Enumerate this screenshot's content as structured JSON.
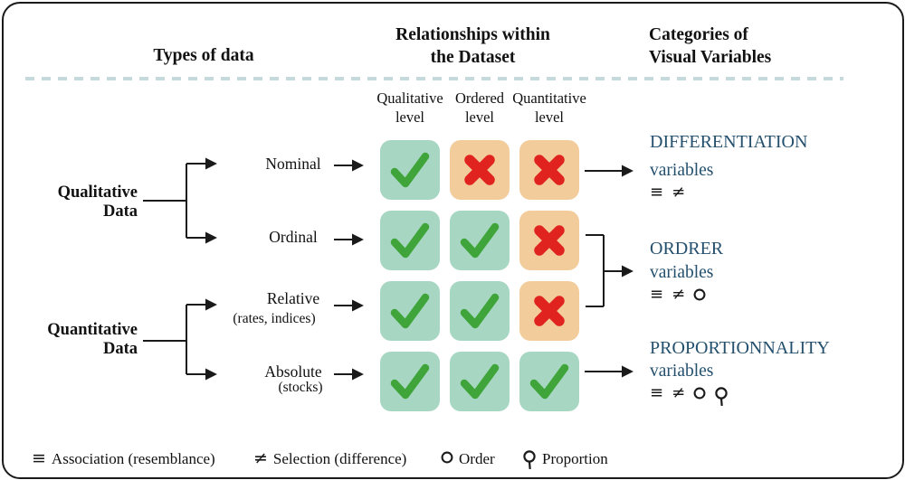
{
  "header": {
    "types_of_data": "Types of data",
    "relationships": [
      "Relationships within",
      "the Dataset"
    ],
    "categories_visual": [
      "Categories of",
      "Visual Variables"
    ]
  },
  "levels": [
    {
      "line1": "Qualitative",
      "line2": "level"
    },
    {
      "line1": "Ordered",
      "line2": "level"
    },
    {
      "line1": "Quantitative",
      "line2": "level"
    }
  ],
  "groups": [
    {
      "line1": "Qualitative",
      "line2": "Data"
    },
    {
      "line1": "Quantitative",
      "line2": "Data"
    }
  ],
  "data_rows": [
    {
      "label": "Nominal",
      "sublabel": ""
    },
    {
      "label": "Ordinal",
      "sublabel": ""
    },
    {
      "label": "Relative",
      "sublabel": "(rates, indices)"
    },
    {
      "label": "Absolute",
      "sublabel": "(stocks)"
    }
  ],
  "matrix": [
    [
      "check",
      "cross",
      "cross"
    ],
    [
      "check",
      "check",
      "cross"
    ],
    [
      "check",
      "check",
      "cross"
    ],
    [
      "check",
      "check",
      "check"
    ]
  ],
  "categories": [
    {
      "title": "DIFFERENTIATION",
      "subtitle": "variables",
      "symbols": [
        "association",
        "selection"
      ]
    },
    {
      "title": "ORDRER",
      "subtitle": "variables",
      "symbols": [
        "association",
        "selection",
        "order"
      ]
    },
    {
      "title": "PROPORTIONNALITY",
      "subtitle": "variables",
      "symbols": [
        "association",
        "selection",
        "order",
        "proportion"
      ]
    }
  ],
  "legend": [
    {
      "symbol": "association",
      "label": "Association (resemblance)"
    },
    {
      "symbol": "selection",
      "label": "Selection (difference)"
    },
    {
      "symbol": "order",
      "label": "Order"
    },
    {
      "symbol": "proportion",
      "label": "Proportion"
    }
  ],
  "colors": {
    "check_cell": "#a7d7c2",
    "cross_cell": "#f2cd9b",
    "check_mark": "#3fa53a",
    "cross_mark": "#e0231f",
    "category_text": "#24506e",
    "divider": "#c6dade",
    "line": "#1a1a1a"
  }
}
